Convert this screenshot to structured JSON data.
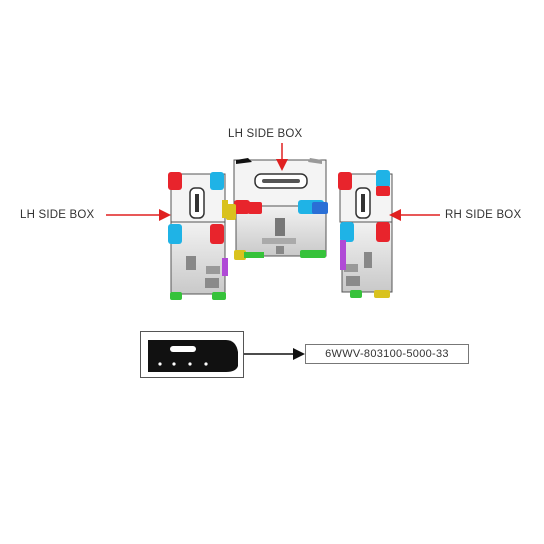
{
  "labels": {
    "top": "LH SIDE BOX",
    "left": "LH SIDE BOX",
    "right": "RH SIDE BOX"
  },
  "part": {
    "number": "6WWV-803100-5000-33"
  },
  "colors": {
    "arrow": "#e02020",
    "leader": "#111111",
    "box_body": "#e9e9e9",
    "corner_red": "#e8242c",
    "corner_cyan": "#1fb3e6",
    "corner_blue": "#2a6fd6",
    "corner_green": "#36c23a",
    "corner_yellow": "#d9c21e",
    "corner_magenta": "#b04ad6"
  }
}
